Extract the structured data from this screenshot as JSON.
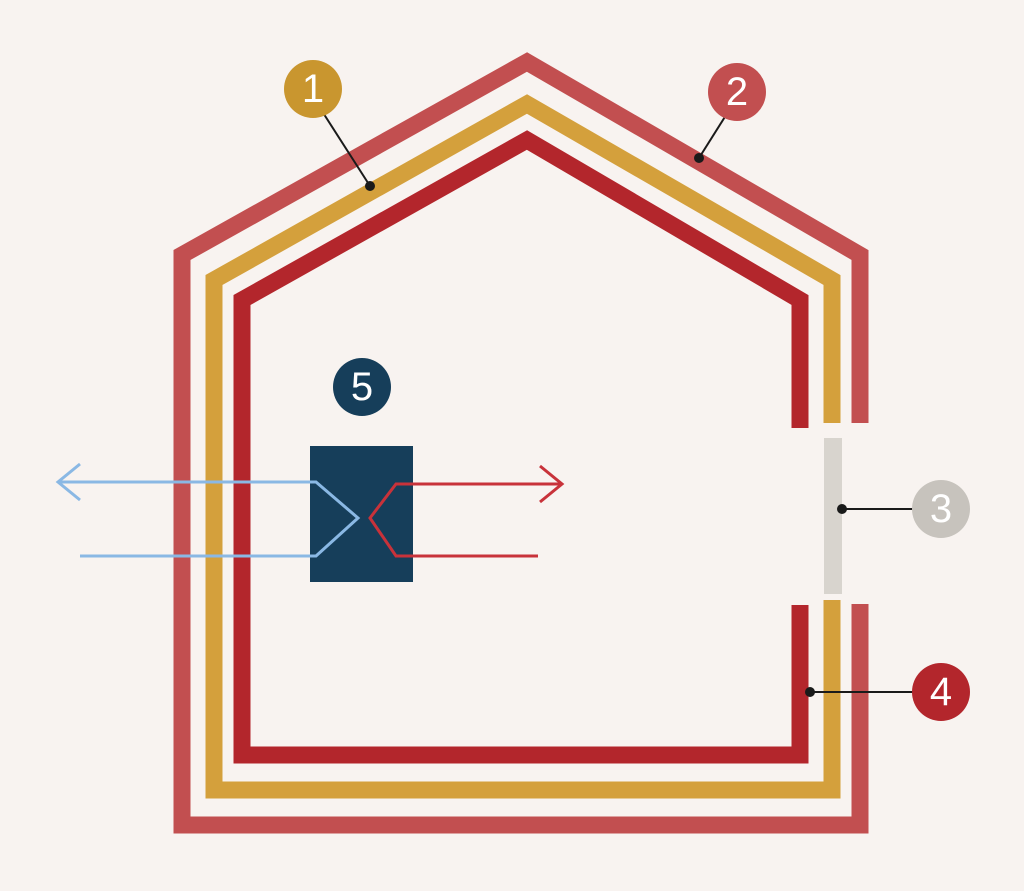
{
  "colors": {
    "background": "#f8f3f0",
    "outer_layer": "#c24f50",
    "middle_layer": "#d4a03c",
    "inner_layer": "#b3262c",
    "window": "#d8d4ce",
    "unit": "#163e5a",
    "cold_air": "#8ab8e4",
    "warm_air": "#c8323a"
  },
  "labels": [
    {
      "id": "1",
      "text": "1",
      "color": "#c9962f",
      "icon": "number-badge"
    },
    {
      "id": "2",
      "text": "2",
      "color": "#c24f50",
      "icon": "number-badge"
    },
    {
      "id": "3",
      "text": "3",
      "color": "#c7c3bd",
      "icon": "number-badge"
    },
    {
      "id": "4",
      "text": "4",
      "color": "#b3262c",
      "icon": "number-badge"
    },
    {
      "id": "5",
      "text": "5",
      "color": "#163e5a",
      "icon": "number-badge"
    }
  ]
}
